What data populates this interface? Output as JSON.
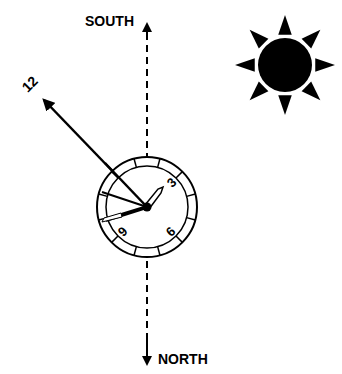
{
  "diagram": {
    "labels": [
      "SOUTH",
      "12",
      "3",
      "9",
      "6",
      "NORTH"
    ]
  }
}
